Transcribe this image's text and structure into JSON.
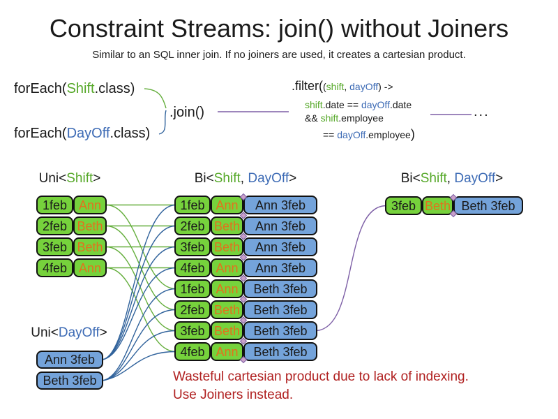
{
  "colors": {
    "ink": "#1a1a1a",
    "green_text": "#55A828",
    "blue_text": "#3D6BB5",
    "orange_text": "#E2711D",
    "box_green": "#76D23C",
    "box_blue": "#74A3DA",
    "line_green": "#64AE3C",
    "line_blue": "#31639C",
    "line_purple": "#7D5FA6",
    "note_red": "#B02020",
    "diamond_fill": "#C9A0C9",
    "border": "#111111"
  },
  "header": {
    "title": "Constraint Streams: join() without Joiners",
    "subtitle": "Similar to an SQL inner join. If no joiners are used, it creates a cartesian product."
  },
  "code": {
    "foreach_shift": [
      {
        "t": "forEach(",
        "c": "ink"
      },
      {
        "t": "Shift",
        "c": "green_text"
      },
      {
        "t": ".class)",
        "c": "ink"
      }
    ],
    "foreach_dayoff": [
      {
        "t": "forEach(",
        "c": "ink"
      },
      {
        "t": "DayOff",
        "c": "blue_text"
      },
      {
        "t": ".class)",
        "c": "ink"
      }
    ],
    "join_label": ".join()",
    "filter": {
      "head": ".filter(",
      "args": [
        {
          "t": "(",
          "c": "ink"
        },
        {
          "t": "shift",
          "c": "green_text"
        },
        {
          "t": ", ",
          "c": "ink"
        },
        {
          "t": "dayOff",
          "c": "blue_text"
        },
        {
          "t": ") ->",
          "c": "ink"
        }
      ],
      "line2": [
        {
          "t": "shift",
          "c": "green_text"
        },
        {
          "t": ".date == ",
          "c": "ink"
        },
        {
          "t": "dayOff",
          "c": "blue_text"
        },
        {
          "t": ".date",
          "c": "ink"
        }
      ],
      "line3": [
        {
          "t": "&& ",
          "c": "ink"
        },
        {
          "t": "shift",
          "c": "green_text"
        },
        {
          "t": ".employee",
          "c": "ink"
        }
      ],
      "line4": [
        {
          "t": "== ",
          "c": "ink"
        },
        {
          "t": "dayOff",
          "c": "blue_text"
        },
        {
          "t": ".employee",
          "c": "ink"
        }
      ],
      "close": ")"
    },
    "ellipsis": "..."
  },
  "streams": {
    "uni_shift": {
      "label": [
        {
          "t": "Uni<",
          "c": "ink"
        },
        {
          "t": "Shift",
          "c": "green_text"
        },
        {
          "t": ">",
          "c": "ink"
        }
      ],
      "rows": [
        {
          "date": "1feb",
          "employee": "Ann"
        },
        {
          "date": "2feb",
          "employee": "Beth"
        },
        {
          "date": "3feb",
          "employee": "Beth"
        },
        {
          "date": "4feb",
          "employee": "Ann"
        }
      ]
    },
    "uni_dayoff": {
      "label": [
        {
          "t": "Uni<",
          "c": "ink"
        },
        {
          "t": "DayOff",
          "c": "blue_text"
        },
        {
          "t": ">",
          "c": "ink"
        }
      ],
      "rows": [
        "Ann 3feb",
        "Beth 3feb"
      ]
    },
    "bi_product": {
      "label": [
        {
          "t": "Bi<",
          "c": "ink"
        },
        {
          "t": "Shift",
          "c": "green_text"
        },
        {
          "t": ", ",
          "c": "ink"
        },
        {
          "t": "DayOff",
          "c": "blue_text"
        },
        {
          "t": ">",
          "c": "ink"
        }
      ],
      "rows": [
        {
          "date": "1feb",
          "employee": "Ann",
          "dayoff": "Ann 3feb"
        },
        {
          "date": "2feb",
          "employee": "Beth",
          "dayoff": "Ann 3feb"
        },
        {
          "date": "3feb",
          "employee": "Beth",
          "dayoff": "Ann 3feb"
        },
        {
          "date": "4feb",
          "employee": "Ann",
          "dayoff": "Ann 3feb"
        },
        {
          "date": "1feb",
          "employee": "Ann",
          "dayoff": "Beth 3feb"
        },
        {
          "date": "2feb",
          "employee": "Beth",
          "dayoff": "Beth 3feb"
        },
        {
          "date": "3feb",
          "employee": "Beth",
          "dayoff": "Beth 3feb"
        },
        {
          "date": "4feb",
          "employee": "Ann",
          "dayoff": "Beth 3feb"
        }
      ]
    },
    "bi_result": {
      "label": [
        {
          "t": "Bi<",
          "c": "ink"
        },
        {
          "t": "Shift",
          "c": "green_text"
        },
        {
          "t": ", ",
          "c": "ink"
        },
        {
          "t": "DayOff",
          "c": "blue_text"
        },
        {
          "t": ">",
          "c": "ink"
        }
      ],
      "rows": [
        {
          "date": "3feb",
          "employee": "Beth",
          "dayoff": "Beth 3feb"
        }
      ]
    }
  },
  "note_lines": [
    "Wasteful cartesian product due to lack of indexing.",
    "Use Joiners instead."
  ],
  "connections": {
    "shift_to_product": [
      {
        "from": 0,
        "to": [
          0,
          4
        ]
      },
      {
        "from": 1,
        "to": [
          1,
          5
        ]
      },
      {
        "from": 2,
        "to": [
          2,
          6
        ]
      },
      {
        "from": 3,
        "to": [
          3,
          7
        ]
      }
    ],
    "dayoff_to_product": [
      {
        "from": 0,
        "to": [
          0,
          1,
          2,
          3
        ]
      },
      {
        "from": 1,
        "to": [
          4,
          5,
          6,
          7
        ]
      }
    ],
    "product_to_result": [
      {
        "from": 6,
        "to": 0
      }
    ]
  }
}
